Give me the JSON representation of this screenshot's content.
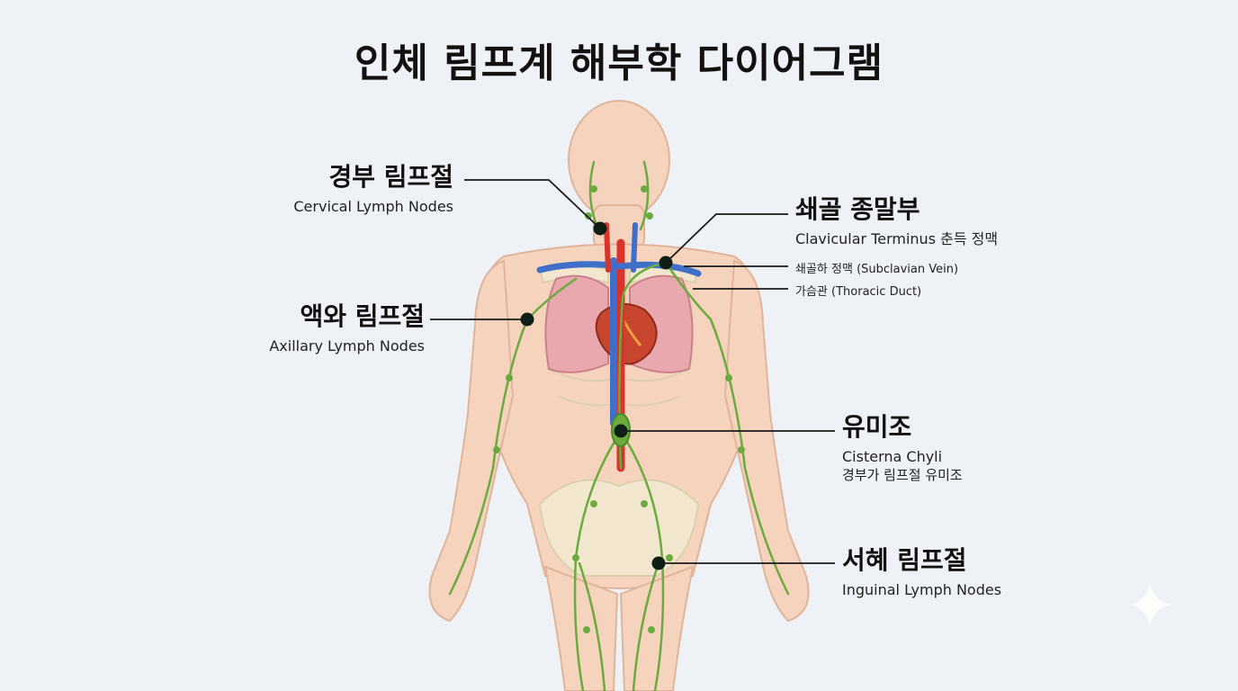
{
  "title": "인체 림프계 해부학 다이어그램",
  "labels": {
    "cervical": {
      "ko": "경부 림프절",
      "en": "Cervical Lymph Nodes"
    },
    "clavicular": {
      "ko": "쇄골 종말부",
      "en": "Clavicular Terminus 춘득 정맥"
    },
    "subclavian": "쇄골하 정맥 (Subclavian Vein)",
    "thoracic": "가슴관 (Thoracic Duct)",
    "axillary": {
      "ko": "액와 림프절",
      "en": "Axillary Lymph Nodes"
    },
    "cisterna": {
      "ko": "유미조",
      "en": "Cisterna Chyli",
      "sub": "경부가 림프절 유미조"
    },
    "inguinal": {
      "ko": "서혜 림프절",
      "en": "Inguinal Lymph Nodes"
    }
  },
  "colors": {
    "background": "#eef2f6",
    "skin": "#f5d3bd",
    "lymph": "#6bab3e",
    "artery": "#d8332c",
    "vein": "#3f6fc8",
    "lung": "#e8a8ae",
    "heart": "#c8452e",
    "bone": "#f2ead2",
    "leader": "#1a1a1a"
  }
}
